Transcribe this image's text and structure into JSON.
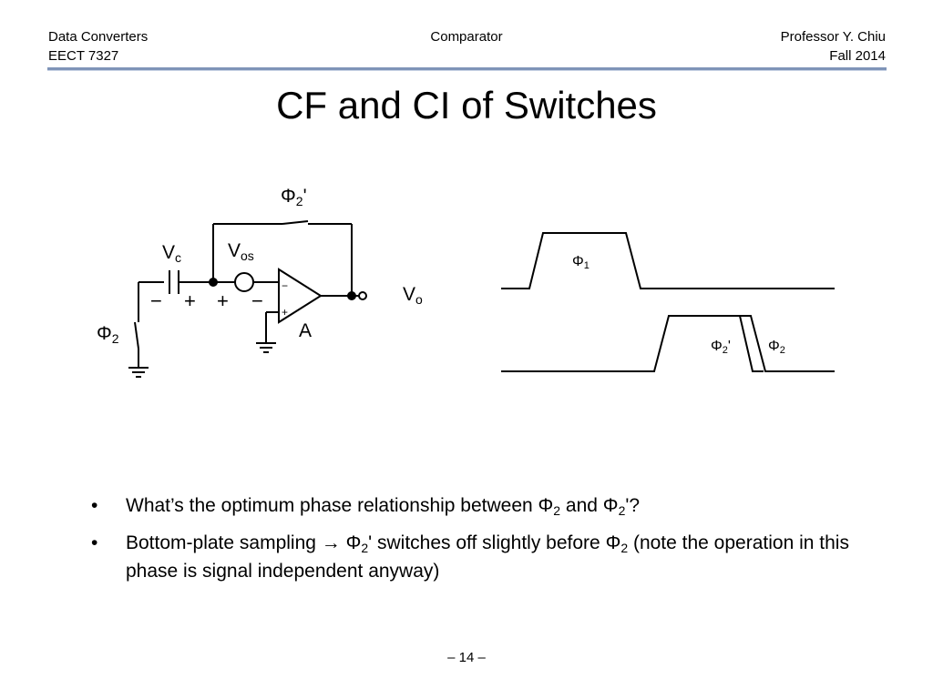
{
  "header": {
    "left_line1": "Data Converters",
    "left_line2": "EECT 7327",
    "center": "Comparator",
    "right_line1": "Professor Y. Chiu",
    "right_line2": "Fall 2014"
  },
  "title": "CF and CI of Switches",
  "circuit": {
    "phi2p_main": "Φ",
    "phi2p_sub": "2",
    "phi2p_prime": "'",
    "vc_main": "V",
    "vc_sub": "c",
    "vos_main": "V",
    "vos_sub": "os",
    "minus_sign": "−",
    "plus_sign": "+",
    "vo_main": "V",
    "vo_sub": "o",
    "phi2_main": "Φ",
    "phi2_sub": "2",
    "amp_label": "A",
    "opamp_minus": "−",
    "opamp_plus": "+"
  },
  "timing": {
    "phi1_main": "Φ",
    "phi1_sub": "1",
    "phi2p_main": "Φ",
    "phi2p_sub": "2",
    "phi2p_prime": "'",
    "phi2_main": "Φ",
    "phi2_sub": "2"
  },
  "bullets": {
    "marker": "•",
    "b1_a": "What’s the optimum phase relationship between Φ",
    "b1_sub1": "2",
    "b1_b": " and Φ",
    "b1_sub2": "2",
    "b1_c": "'?",
    "b2_a": "Bottom-plate sampling → Φ",
    "b2_sub1": "2",
    "b2_b": "' switches off slightly before Φ",
    "b2_sub2": "2",
    "b2_c": " (note the operation in this phase is signal independent anyway)"
  },
  "page_number": "– 14 –"
}
